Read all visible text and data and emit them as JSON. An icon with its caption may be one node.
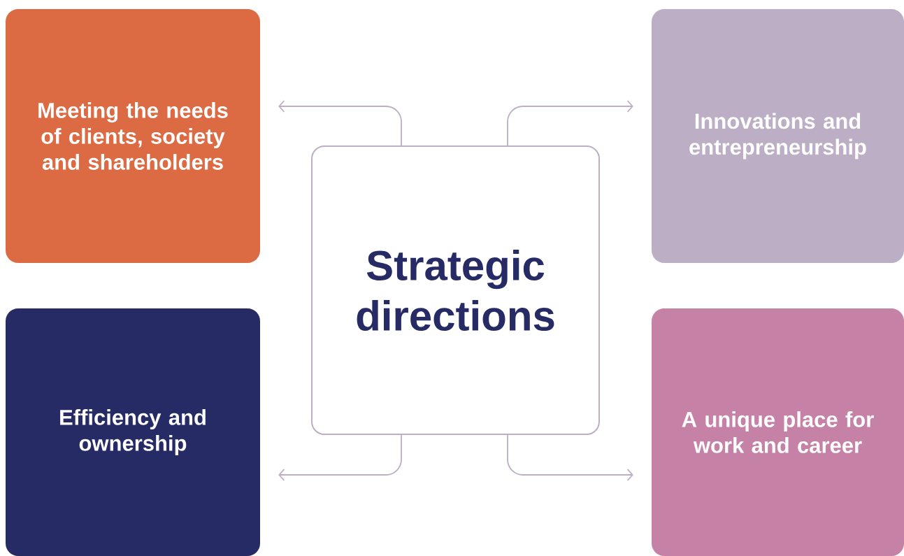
{
  "diagram": {
    "nodes": [
      {
        "text": [
          "Strategic directions"
        ]
      },
      {
        "text": [
          "Meeting the needs of clients, society and shareholders"
        ]
      },
      {
        "text": [
          "Innovations and entrepreneurship"
        ]
      },
      {
        "text": [
          "Efficiency and ownership"
        ]
      },
      {
        "text": [
          "A unique place for work and career"
        ]
      }
    ],
    "edges": [
      {
        "from": 0,
        "to": 1,
        "arrow": "to"
      },
      {
        "from": 0,
        "to": 2,
        "arrow": "to"
      },
      {
        "from": 0,
        "to": 3,
        "arrow": "to"
      },
      {
        "from": 0,
        "to": 4,
        "arrow": "to"
      }
    ]
  }
}
